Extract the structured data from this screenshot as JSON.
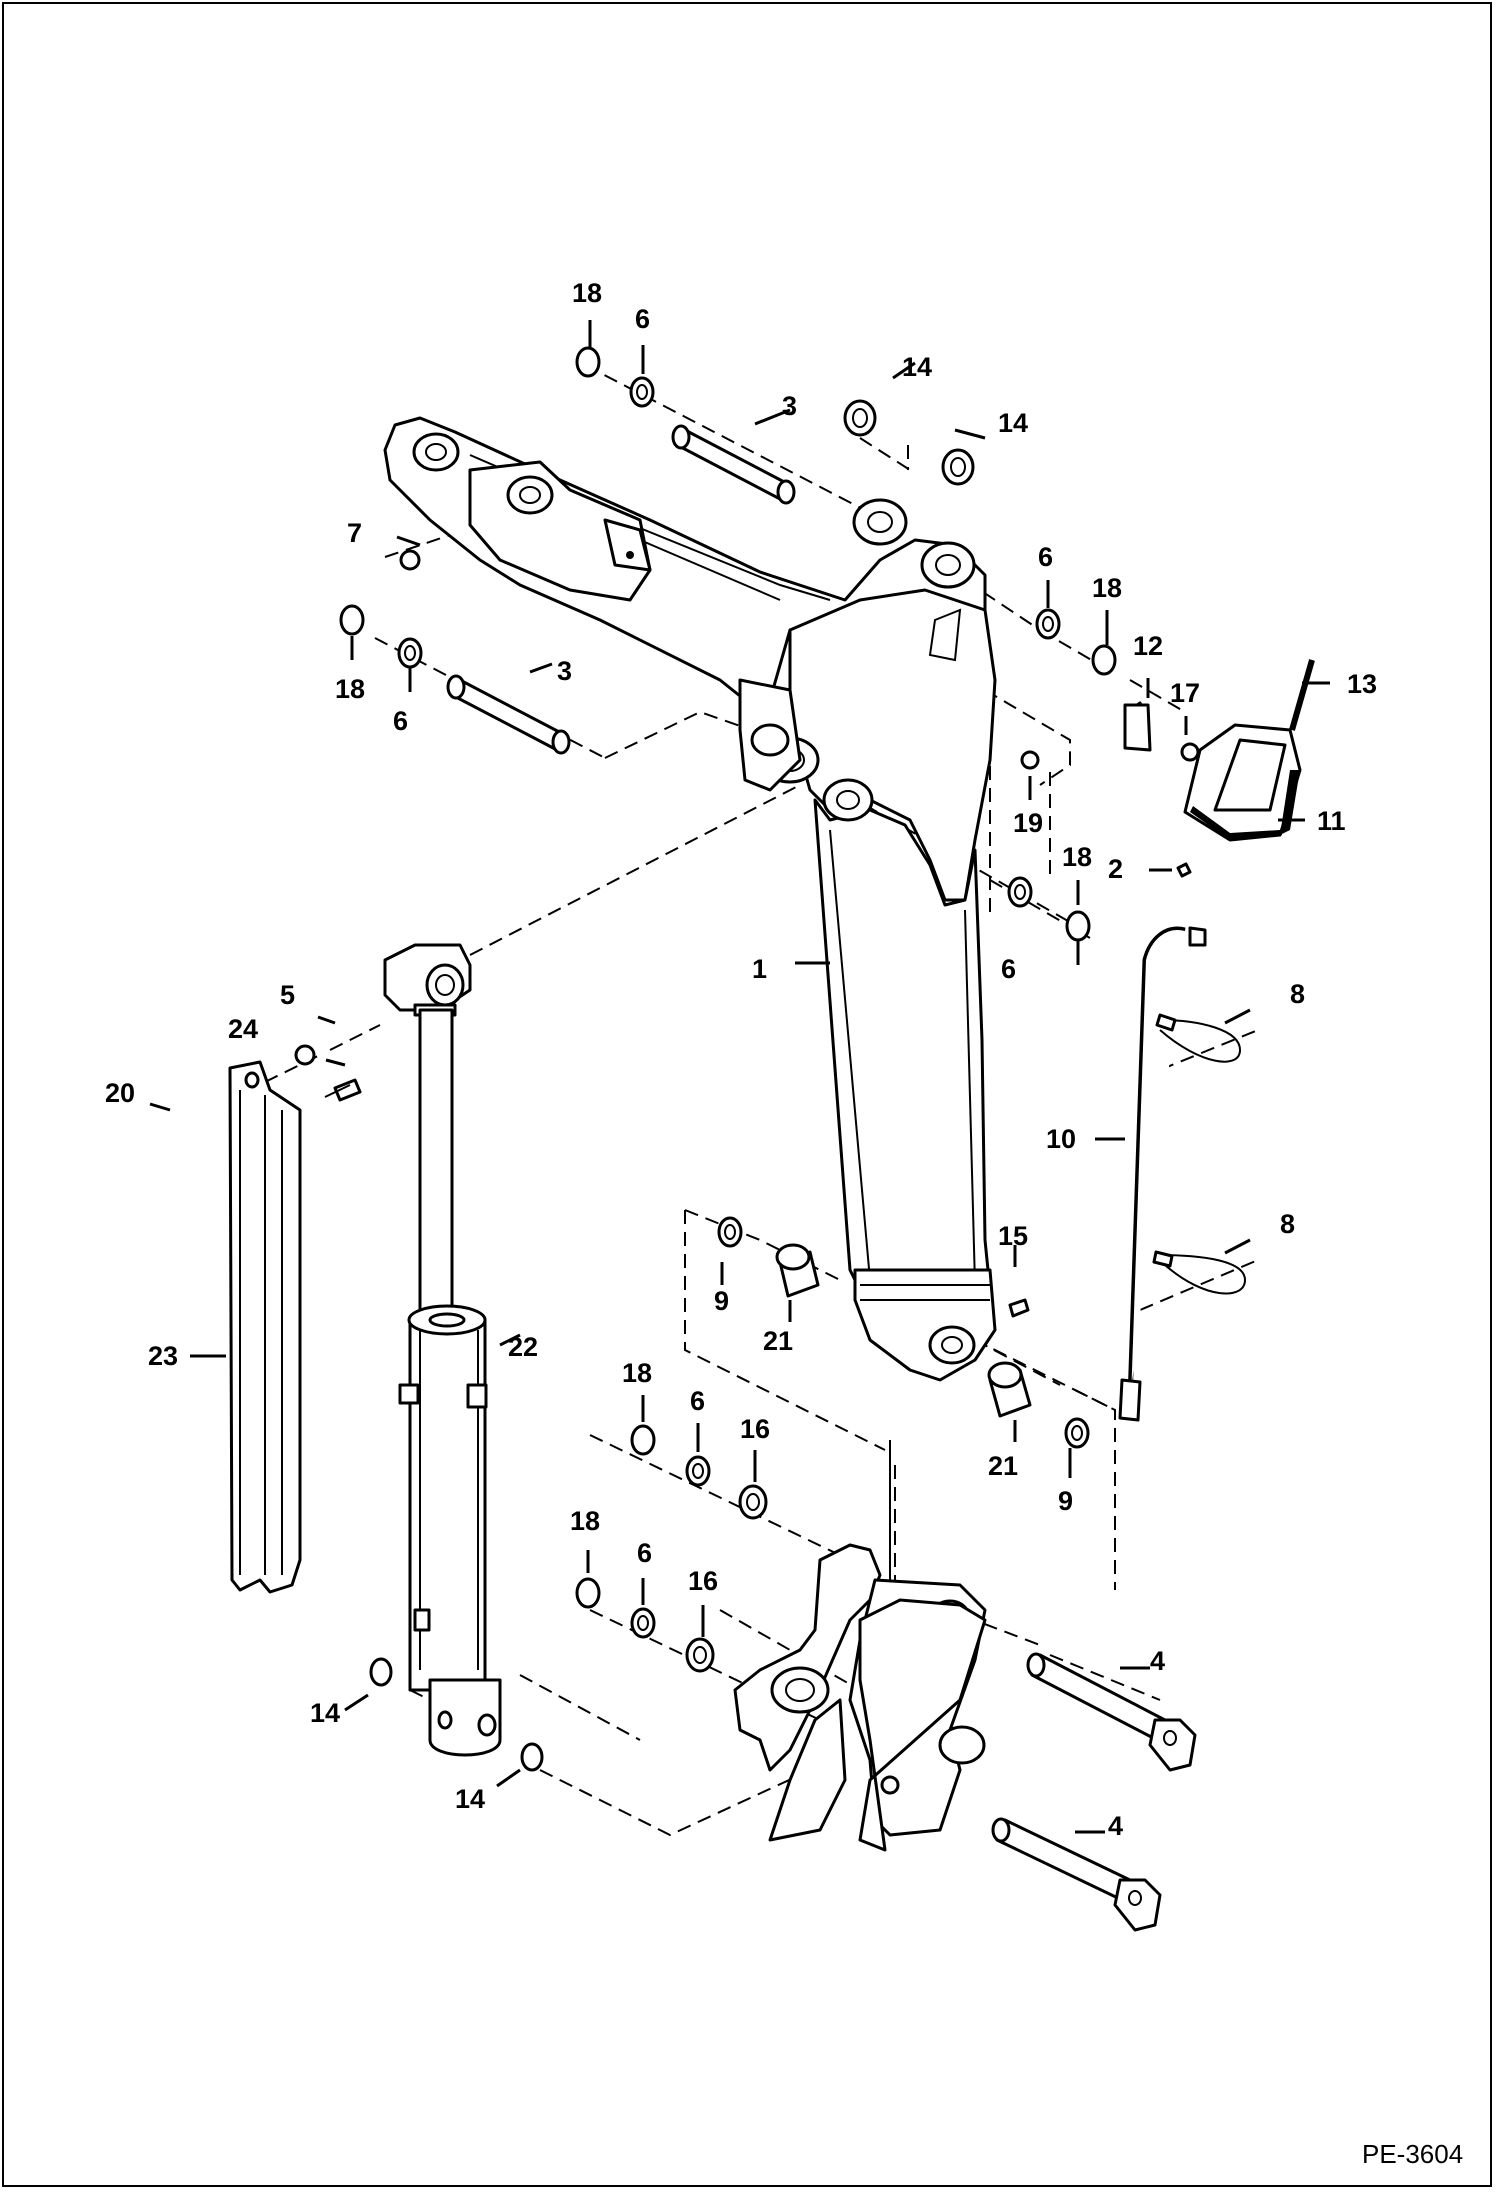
{
  "drawing_ref": "PE-3604",
  "callouts": {
    "c1": "1",
    "c2": "2",
    "c3a": "3",
    "c3b": "3",
    "c4a": "4",
    "c4b": "4",
    "c5": "5",
    "c6a": "6",
    "c6b": "6",
    "c6c": "6",
    "c6d": "6",
    "c6e": "6",
    "c6f": "6",
    "c7": "7",
    "c8a": "8",
    "c8b": "8",
    "c9a": "9",
    "c9b": "9",
    "c10": "10",
    "c11": "11",
    "c12": "12",
    "c13": "13",
    "c14a": "14",
    "c14b": "14",
    "c14c": "14",
    "c14d": "14",
    "c15": "15",
    "c16a": "16",
    "c16b": "16",
    "c17": "17",
    "c18a": "18",
    "c18b": "18",
    "c18c": "18",
    "c18d": "18",
    "c18e": "18",
    "c18f": "18",
    "c19": "19",
    "c20": "20",
    "c21a": "21",
    "c21b": "21",
    "c22": "22",
    "c23": "23",
    "c24": "24"
  }
}
